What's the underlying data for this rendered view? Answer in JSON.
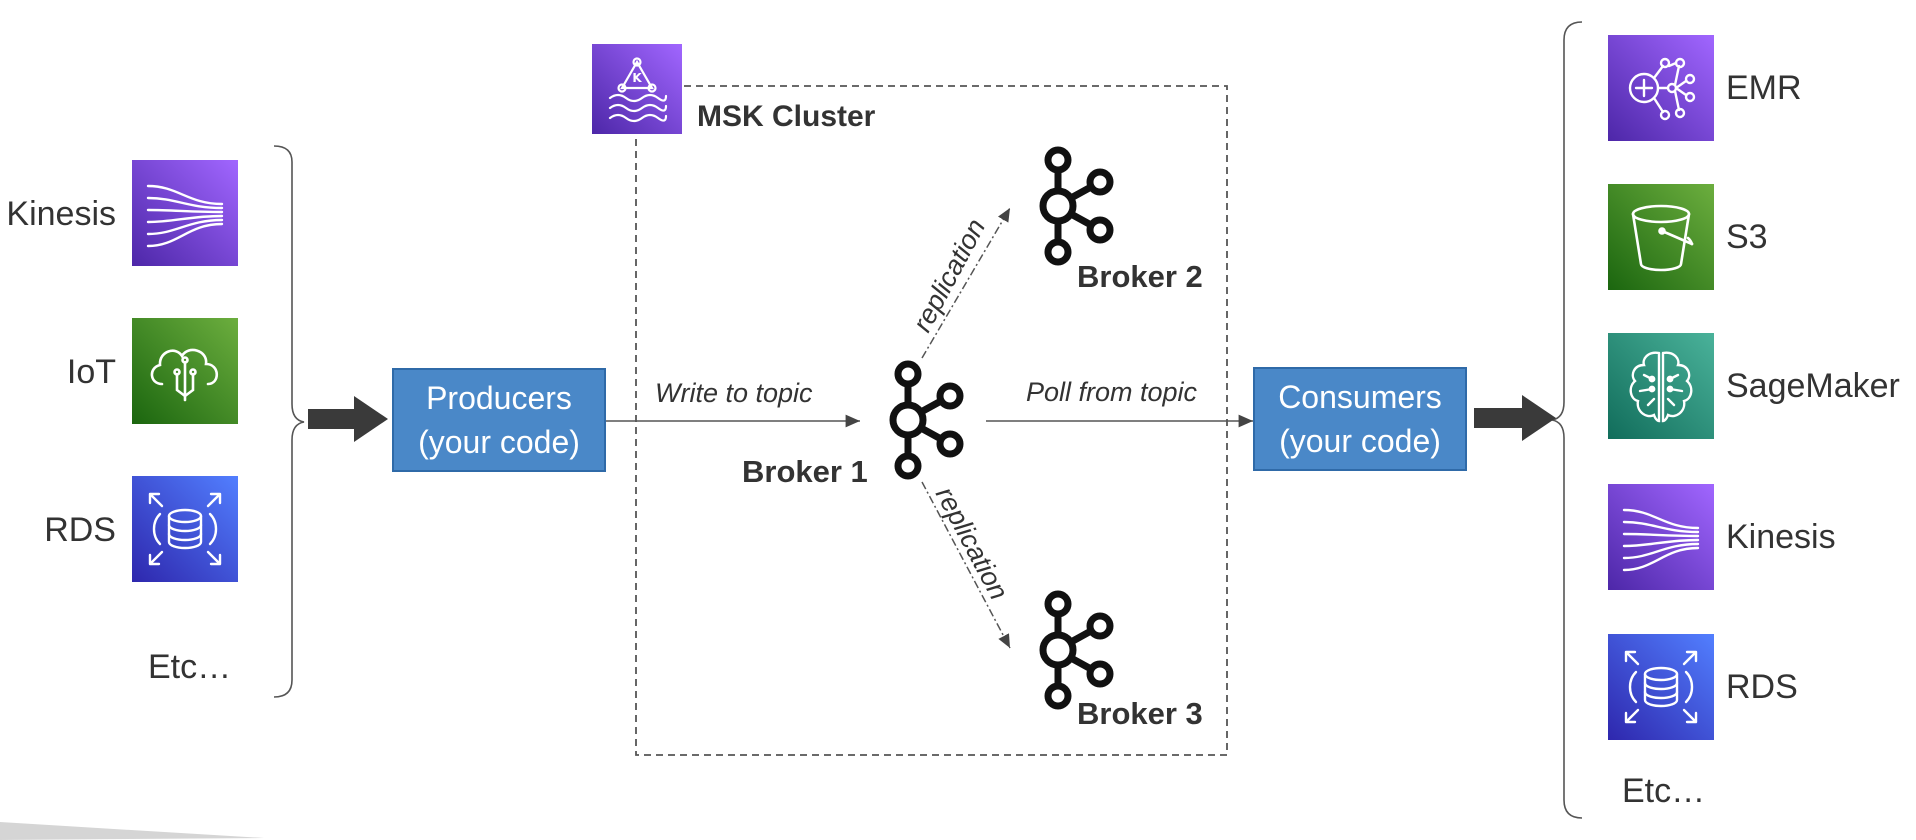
{
  "sources": {
    "items": [
      {
        "label": "Kinesis"
      },
      {
        "label": "IoT"
      },
      {
        "label": "RDS"
      }
    ],
    "etc": "Etc…"
  },
  "producers": {
    "line1": "Producers",
    "line2": "(your code)"
  },
  "consumers": {
    "line1": "Consumers",
    "line2": "(your code)"
  },
  "cluster": {
    "title": "MSK Cluster"
  },
  "edges": {
    "write": "Write to topic",
    "poll": "Poll from topic",
    "replication_up": "replication",
    "replication_down": "replication"
  },
  "brokers": {
    "b1": "Broker 1",
    "b2": "Broker 2",
    "b3": "Broker 3"
  },
  "destinations": {
    "items": [
      {
        "label": "EMR"
      },
      {
        "label": "S3"
      },
      {
        "label": "SageMaker"
      },
      {
        "label": "Kinesis"
      },
      {
        "label": "RDS"
      }
    ],
    "etc": "Etc…"
  },
  "colors": {
    "analytics_purple": "#7b3fe4",
    "iot_green": "#3f8624",
    "database_blue": "#3b48cc",
    "ml_teal": "#1e8a6e",
    "storage_green": "#3f8624",
    "box_blue": "#4a88c8",
    "arrow_dark": "#3a3a3a"
  },
  "icons": {
    "kinesis": "kinesis-streams-icon",
    "iot": "iot-greengrass-icon",
    "rds": "rds-database-icon",
    "msk": "msk-icon",
    "broker": "kafka-broker-icon",
    "emr": "emr-icon",
    "s3": "s3-bucket-icon",
    "sagemaker": "sagemaker-brain-icon"
  }
}
